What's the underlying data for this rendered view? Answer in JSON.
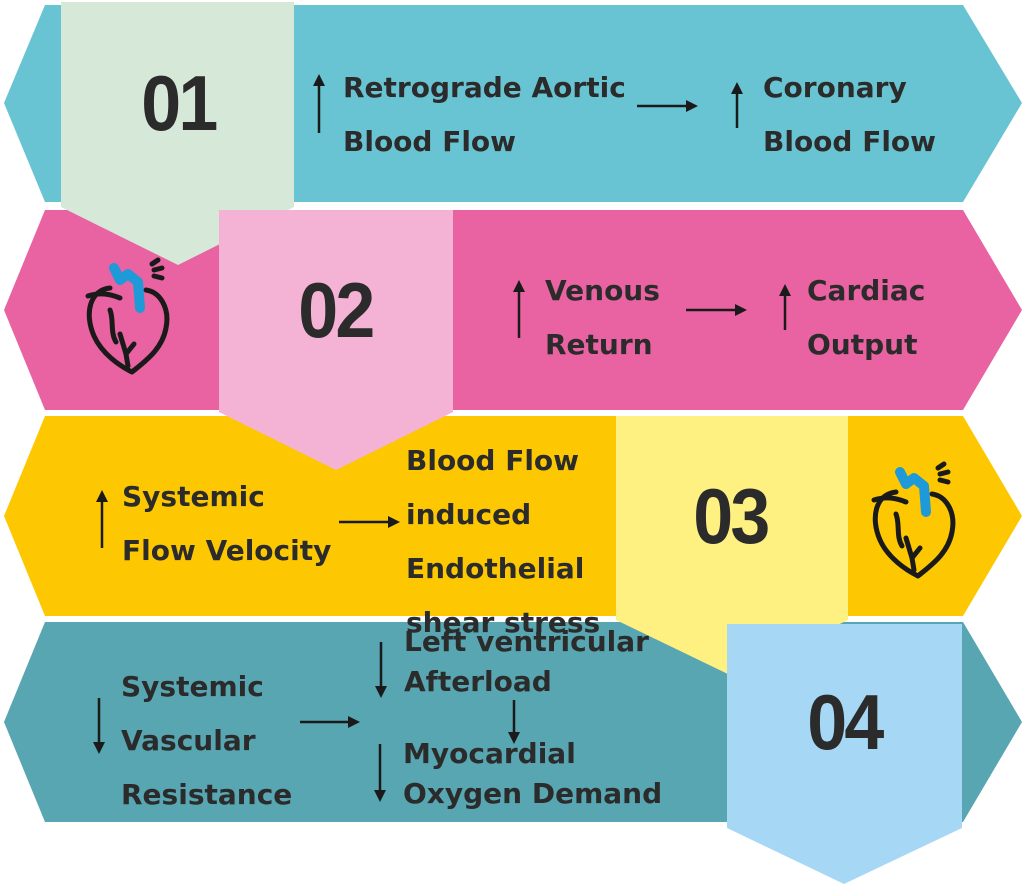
{
  "colors": {
    "row1": "#68c4d2",
    "row1_tab": "#d6e8d8",
    "row2": "#e962a1",
    "row2_tab": "#f4b2d4",
    "row3": "#fdc802",
    "row3_tab": "#fff082",
    "row4": "#57a6b1",
    "row4_tab": "#a6d8f5",
    "text": "#2b2b2b",
    "heart_accent": "#1f9ad9"
  },
  "steps": [
    {
      "number": "01",
      "items": [
        {
          "direction": "up",
          "lines": [
            "Retrograde Aortic",
            "Blood Flow"
          ]
        },
        {
          "direction": "up",
          "lines": [
            "Coronary",
            "Blood Flow"
          ]
        }
      ]
    },
    {
      "number": "02",
      "icon": "heart-icon",
      "items": [
        {
          "direction": "up",
          "lines": [
            "Venous",
            "Return"
          ]
        },
        {
          "direction": "up",
          "lines": [
            "Cardiac",
            "Output"
          ]
        }
      ]
    },
    {
      "number": "03",
      "icon": "heart-icon",
      "items": [
        {
          "direction": "up",
          "lines": [
            "Systemic",
            "Flow Velocity"
          ]
        },
        {
          "direction": "none",
          "lines": [
            "Blood Flow",
            "induced",
            "Endothelial",
            "shear stress"
          ]
        }
      ]
    },
    {
      "number": "04",
      "items": [
        {
          "direction": "down",
          "lines": [
            "Systemic",
            "Vascular",
            "Resistance"
          ]
        },
        {
          "direction": "down",
          "lines": [
            "Left ventricular",
            "Afterload"
          ]
        },
        {
          "direction": "down",
          "lines": [
            "Myocardial",
            "Oxygen Demand"
          ]
        }
      ]
    }
  ]
}
